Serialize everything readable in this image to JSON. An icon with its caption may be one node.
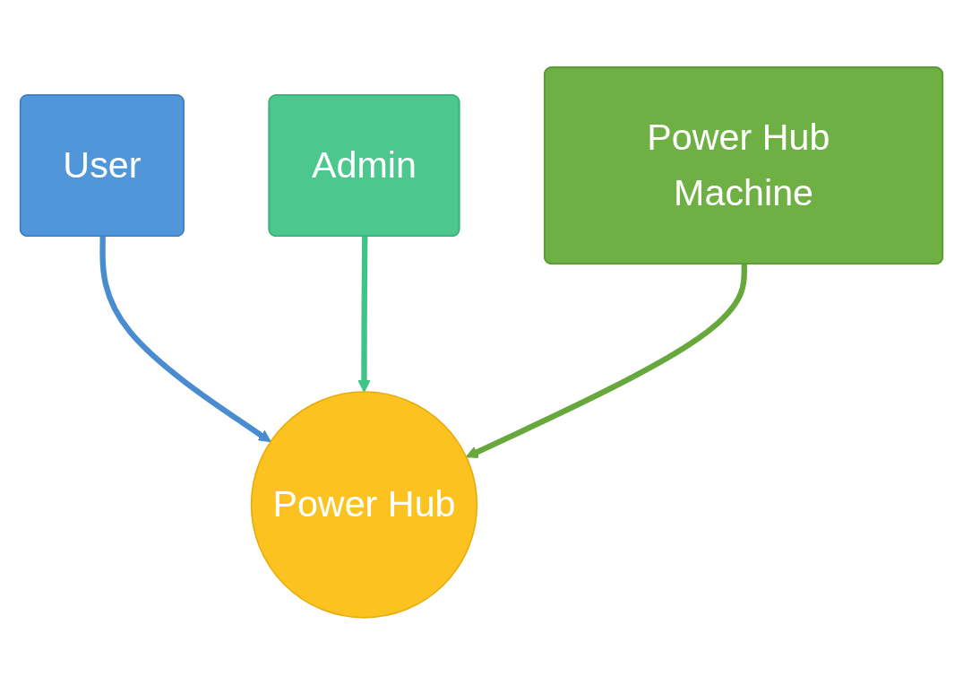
{
  "diagram": {
    "nodes": [
      {
        "text": [
          "Admin"
        ]
      },
      {
        "text": [
          "User"
        ]
      },
      {
        "text": [
          "Power Hub Machine"
        ]
      },
      {
        "text": [
          "Power Hub"
        ]
      }
    ],
    "edges": [
      {
        "from": 1,
        "to": 3,
        "arrow": "to",
        "color": "#4a8cd0"
      },
      {
        "from": 0,
        "to": 3,
        "arrow": "to",
        "color": "#3ec486"
      },
      {
        "from": 2,
        "to": 3,
        "arrow": "to",
        "color": "#66a83c"
      }
    ]
  }
}
